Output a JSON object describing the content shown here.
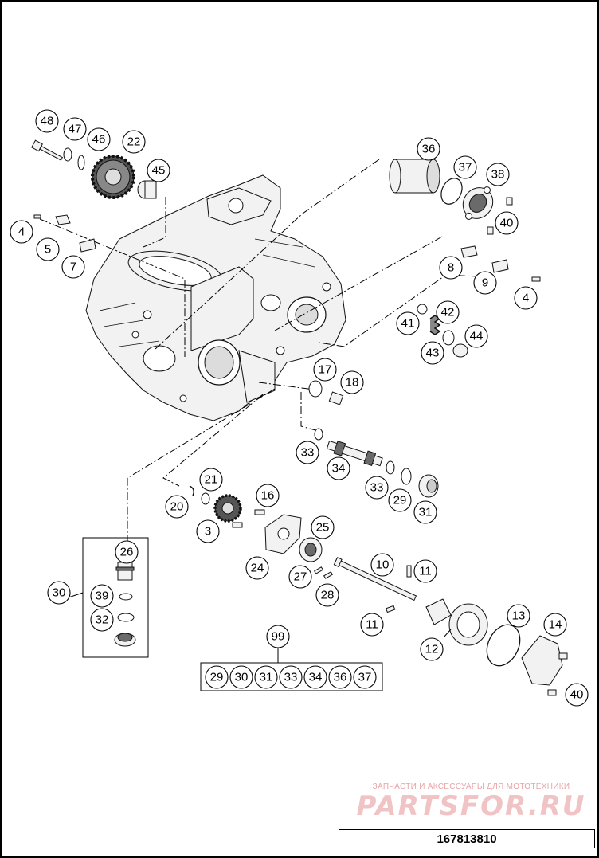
{
  "drawing_number": "167813810",
  "watermark": {
    "caption": "ЗАПЧАСТИ И АКСЕССУАРЫ ДЛЯ МОТОТЕХНИКИ",
    "logo": "PARTSFOR.RU"
  },
  "callouts": [
    "48",
    "47",
    "46",
    "22",
    "45",
    "36",
    "37",
    "38",
    "40",
    "4",
    "5",
    "7",
    "8",
    "9",
    "4",
    "41",
    "42",
    "44",
    "43",
    "17",
    "18",
    "33",
    "34",
    "33",
    "29",
    "31",
    "21",
    "20",
    "16",
    "3",
    "25",
    "24",
    "27",
    "28",
    "10",
    "11",
    "11",
    "26",
    "30",
    "39",
    "32",
    "13",
    "14",
    "12",
    "40",
    "99"
  ],
  "kit_99_items": [
    "29",
    "30",
    "31",
    "33",
    "34",
    "36",
    "37"
  ]
}
